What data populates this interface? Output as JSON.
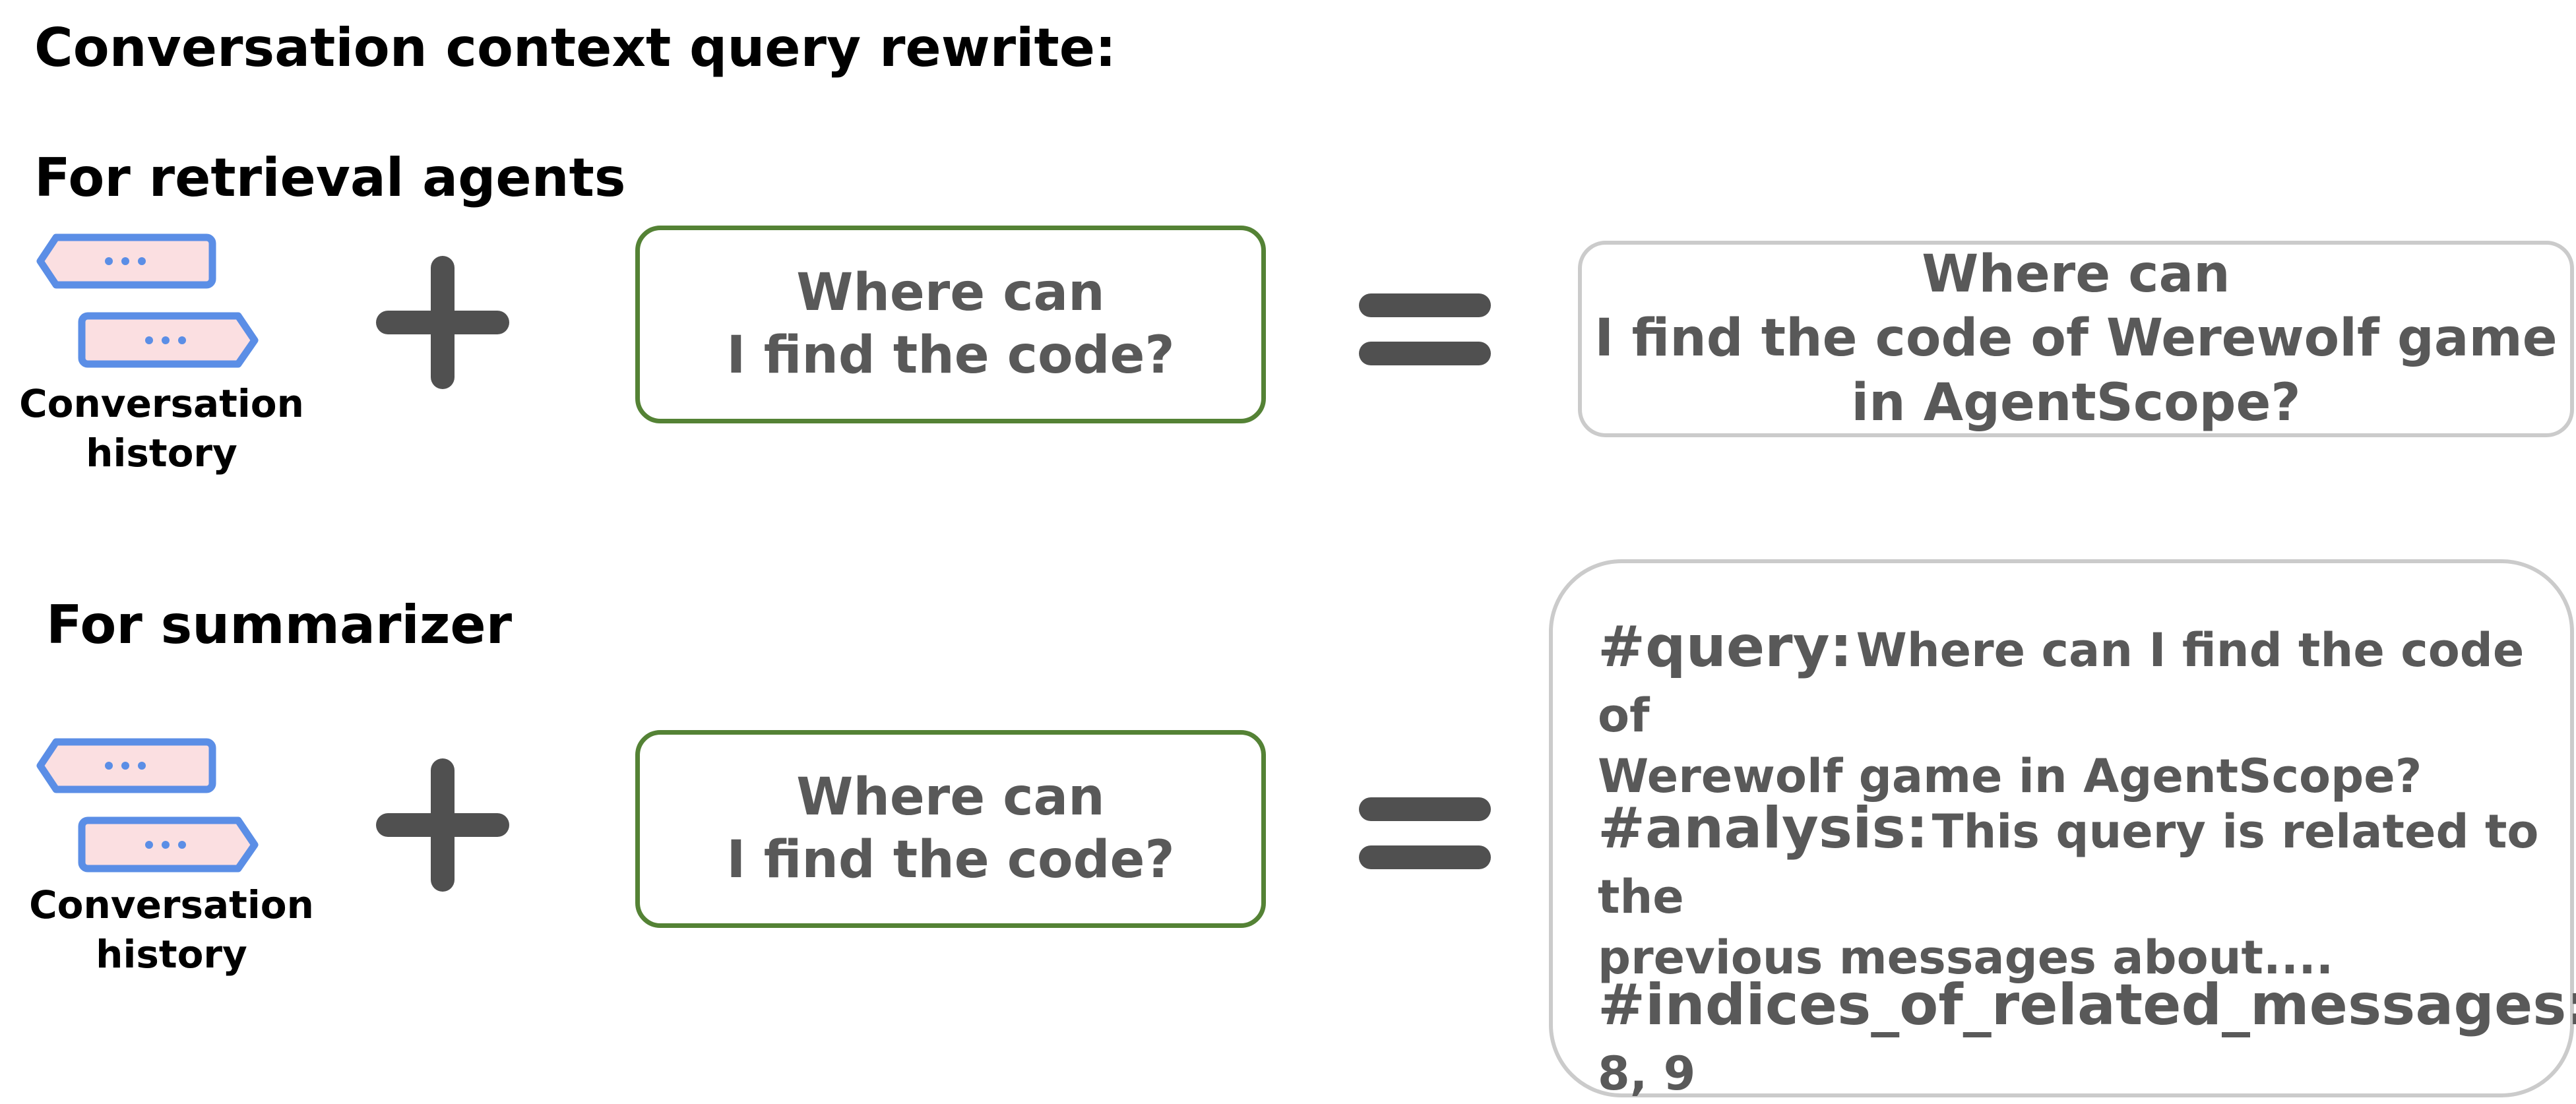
{
  "title": "Conversation context query rewrite:",
  "section_retrieval": {
    "heading": "For retrieval agents",
    "history_label": [
      "Conversation",
      "history"
    ],
    "query_lines": [
      "Where can",
      "I find the code?"
    ],
    "output_lines": [
      "Where can",
      "I find the code of Werewolf game",
      "in AgentScope?"
    ]
  },
  "section_summarizer": {
    "heading": "For summarizer",
    "history_label": [
      "Conversation",
      "history"
    ],
    "query_lines": [
      "Where can",
      "I find the code?"
    ],
    "output": {
      "query_key": "#query:",
      "query_value": [
        "Where can I find the code of",
        "Werewolf game in AgentScope?"
      ],
      "analysis_key": "#analysis:",
      "analysis_value": [
        "This query is related to the",
        "previous messages about...."
      ],
      "indices_key": "#indices_of_related_messages:",
      "indices_value": "8, 9"
    }
  },
  "icons": {
    "history": "chat-bubbles-icon",
    "plus": "plus-icon",
    "equals": "equals-icon"
  },
  "colors": {
    "bubble_border": "#5b8ee6",
    "bubble_fill": "#fbdfe1",
    "query_border": "#548235",
    "output_border": "#cbcbcb",
    "text_gray": "#595959",
    "operator": "#505050"
  }
}
